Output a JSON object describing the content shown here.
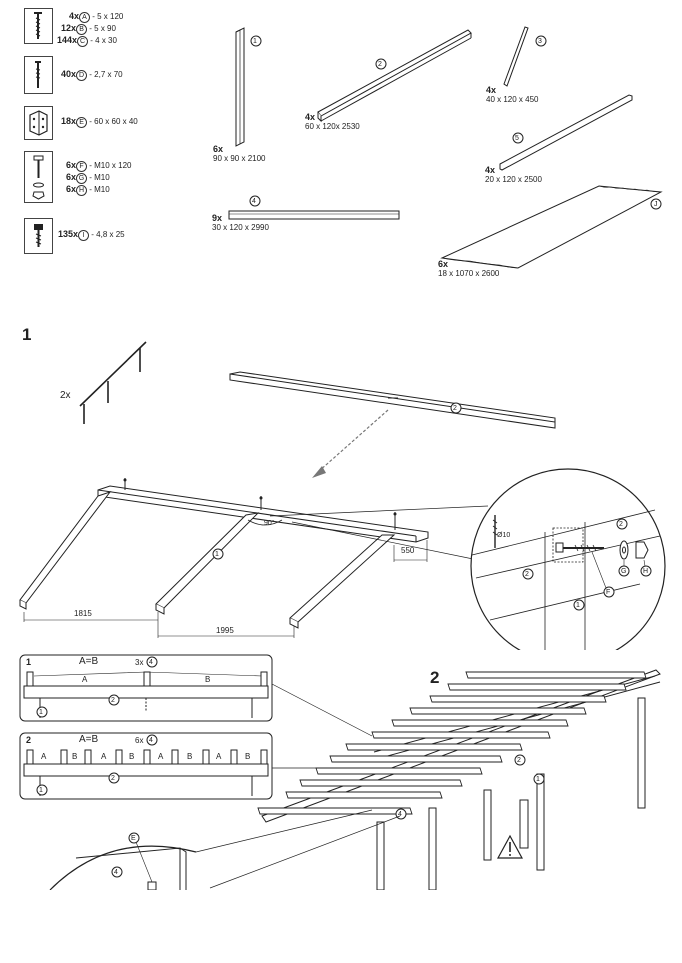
{
  "hardware": [
    {
      "qty": "4x",
      "code": "A",
      "size": "- 5 x 120"
    },
    {
      "qty": "12x",
      "code": "B",
      "size": "- 5 x 90"
    },
    {
      "qty": "144x",
      "code": "C",
      "size": "- 4 x 30"
    },
    {
      "qty": "40x",
      "code": "D",
      "size": "- 2,7 x 70"
    },
    {
      "qty": "18x",
      "code": "E",
      "size": "- 60 x 60 x 40"
    },
    {
      "qty": "6x",
      "code": "F",
      "size": "- M10 x 120"
    },
    {
      "qty": "6x",
      "code": "G",
      "size": "- M10"
    },
    {
      "qty": "6x",
      "code": "H",
      "size": "- M10"
    },
    {
      "qty": "135x",
      "code": "I",
      "size": "- 4,8 x 25"
    }
  ],
  "parts": [
    {
      "id": "1",
      "qty": "6x",
      "dims": "90 x 90 x 2100"
    },
    {
      "id": "2",
      "qty": "4x",
      "dims": "60 x 120x 2530"
    },
    {
      "id": "3",
      "qty": "4x",
      "dims": "40 x 120 x 450"
    },
    {
      "id": "4",
      "qty": "9x",
      "dims": "30 x 120 x 2990"
    },
    {
      "id": "5",
      "qty": "4x",
      "dims": "20 x 120 x 2500"
    },
    {
      "id": "J",
      "qty": "6x",
      "dims": "18 x 1070 x 2600"
    }
  ],
  "step1": {
    "number": "1",
    "qty_label": "2x",
    "angle": "90°",
    "dim_550": "550",
    "dim_1815": "1815",
    "dim_1995": "1995",
    "drill": "Ø10",
    "labels": {
      "post": "1",
      "beam": "2",
      "bolt": "F",
      "washer": "G",
      "nut": "H"
    }
  },
  "step2": {
    "number": "2",
    "inset1": {
      "number": "1",
      "rule": "A=B",
      "count": "3x",
      "part": "4",
      "a": "A",
      "b": "B",
      "beam": "2",
      "post": "1"
    },
    "inset2": {
      "number": "2",
      "rule": "A=B",
      "count": "6x",
      "part": "4",
      "a": "A",
      "b": "B",
      "beam": "2",
      "post": "1"
    },
    "callouts": {
      "rafter": "4",
      "beam": "2",
      "post": "1",
      "bracket": "E"
    }
  }
}
